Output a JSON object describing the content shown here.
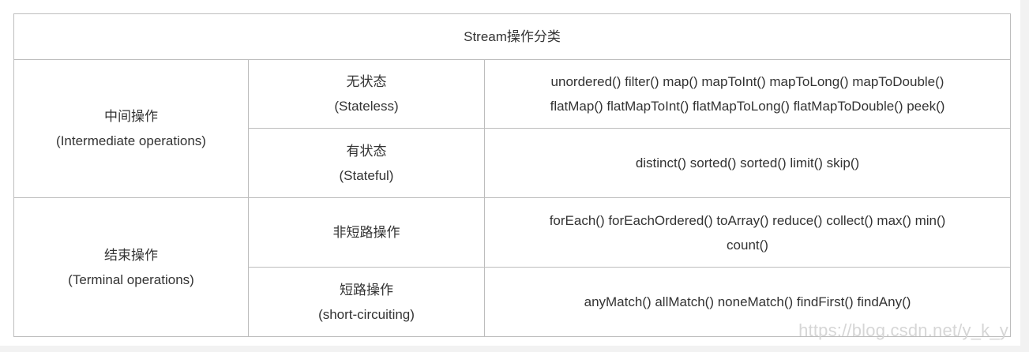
{
  "table": {
    "title": "Stream操作分类",
    "intermediate": {
      "label_zh": "中间操作",
      "label_en": "(Intermediate operations)",
      "stateless": {
        "label_zh": "无状态",
        "label_en": "(Stateless)",
        "ops_line1": "unordered() filter() map() mapToInt() mapToLong() mapToDouble()",
        "ops_line2": "flatMap() flatMapToInt() flatMapToLong() flatMapToDouble() peek()"
      },
      "stateful": {
        "label_zh": "有状态",
        "label_en": "(Stateful)",
        "ops": "distinct() sorted() sorted() limit() skip()"
      }
    },
    "terminal": {
      "label_zh": "结束操作",
      "label_en": "(Terminal operations)",
      "non_short_circuit": {
        "label_zh": "非短路操作",
        "ops_line1": "forEach() forEachOrdered() toArray() reduce() collect() max() min()",
        "ops_line2": "count()"
      },
      "short_circuit": {
        "label_zh": "短路操作",
        "label_en": "(short-circuiting)",
        "ops": "anyMatch() allMatch() noneMatch() findFirst() findAny()"
      }
    }
  },
  "watermark": "https://blog.csdn.net/y_k_y"
}
